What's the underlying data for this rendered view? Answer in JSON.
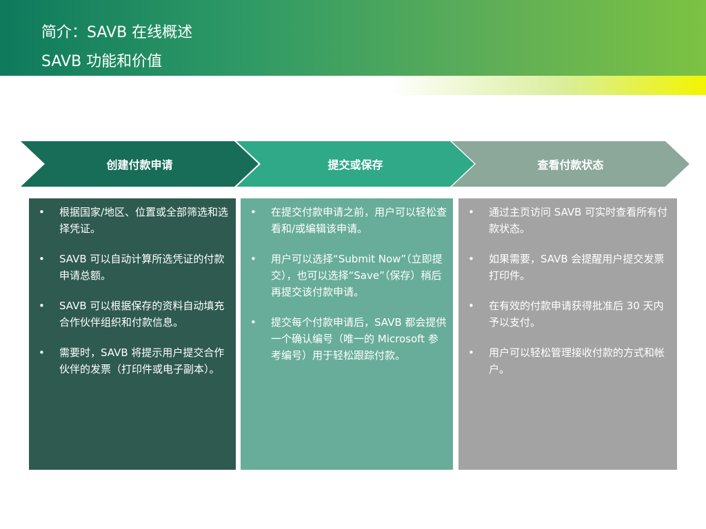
{
  "header": {
    "title_line1": "简介：SAVB 在线概述",
    "title_line2": "SAVB 功能和价值"
  },
  "steps": [
    {
      "label": "创建付款申请"
    },
    {
      "label": "提交或保存"
    },
    {
      "label": "查看付款状态"
    }
  ],
  "panels": [
    {
      "items": [
        "根据国家/地区、位置或全部筛选和选择凭证。",
        "SAVB 可以自动计算所选凭证的付款申请总额。",
        "SAVB 可以根据保存的资料自动填充合作伙伴组织和付款信息。",
        "需要时，SAVB 将提示用户提交合作伙伴的发票（打印件或电子副本）。"
      ]
    },
    {
      "items": [
        "在提交付款申请之前，用户可以轻松查看和/或编辑该申请。",
        "用户可以选择“Submit Now”（立即提交），也可以选择“Save”（保存）稍后再提交该付款申请。",
        "提交每个付款申请后，SAVB 都会提供一个确认编号（唯一的 Microsoft 参考编号）用于轻松跟踪付款。"
      ]
    },
    {
      "items": [
        "通过主页访问 SAVB 可实时查看所有付款状态。",
        "如果需要，SAVB 会提醒用户提交发票打印件。",
        "在有效的付款申请获得批准后 30 天内予以支付。",
        "用户可以轻松管理接收付款的方式和帐户。"
      ]
    }
  ],
  "bullet_char": "•",
  "colors": {
    "step1": "#176d57",
    "step2": "#2fa988",
    "step3": "#8ba89a",
    "panel1": "#2e5a4f",
    "panel2": "#68ad99",
    "panel3": "#a3a3a3"
  }
}
